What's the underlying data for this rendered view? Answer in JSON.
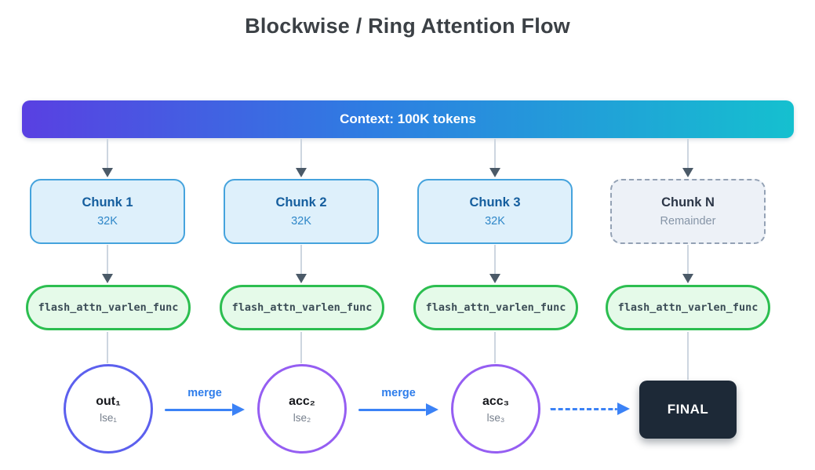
{
  "title": "Blockwise / Ring Attention Flow",
  "banner": {
    "label": "Context: 100K tokens"
  },
  "columns": [
    {
      "chunk": {
        "title": "Chunk 1",
        "subtitle": "32K"
      },
      "func": "flash_attn_varlen_func",
      "node": {
        "label": "out₁",
        "sublabel": "lse₁"
      }
    },
    {
      "chunk": {
        "title": "Chunk 2",
        "subtitle": "32K"
      },
      "func": "flash_attn_varlen_func",
      "node": {
        "label": "acc₂",
        "sublabel": "lse₂"
      }
    },
    {
      "chunk": {
        "title": "Chunk 3",
        "subtitle": "32K"
      },
      "func": "flash_attn_varlen_func",
      "node": {
        "label": "acc₃",
        "sublabel": "lse₃"
      }
    },
    {
      "chunk": {
        "title": "Chunk N",
        "subtitle": "Remainder"
      },
      "func": "flash_attn_varlen_func",
      "node": {
        "label": "FINAL"
      }
    }
  ],
  "merge_arrows": [
    {
      "label": "merge"
    },
    {
      "label": "merge"
    }
  ],
  "colors": {
    "banner_gradient_start": "#5940e2",
    "banner_gradient_mid": "#2e7de2",
    "banner_gradient_end": "#15c0cf",
    "chunk_fill": "#def0fb",
    "chunk_border": "#45a3dd",
    "chunk_title_text": "#155e9e",
    "chunk_n_fill": "#edf1f7",
    "chunk_n_border": "#94a2b5",
    "func_fill": "#e5fae9",
    "func_border": "#2cbe50",
    "circle_border_first": "#5c60ee",
    "circle_border_rest": "#955ef2",
    "connector_line": "#cdd6e0",
    "connector_arrowhead": "#4b5a68",
    "merge_arrow": "#3b82f6",
    "final_bg": "#1d2937"
  }
}
